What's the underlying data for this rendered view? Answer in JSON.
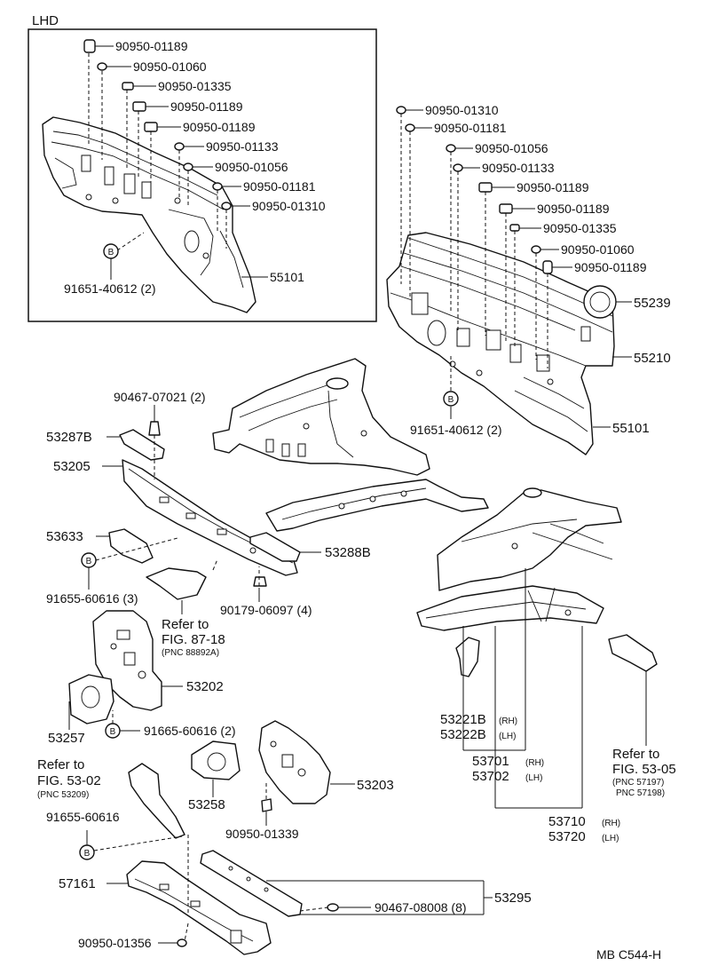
{
  "inset": {
    "title": "LHD"
  },
  "footer": {
    "code": "MB  C544-H"
  },
  "callout_symbol": "B",
  "labels": [
    {
      "key": "i_01189a",
      "text": "90950-01189"
    },
    {
      "key": "i_01060",
      "text": "90950-01060"
    },
    {
      "key": "i_01335",
      "text": "90950-01335"
    },
    {
      "key": "i_01189b",
      "text": "90950-01189"
    },
    {
      "key": "i_01189c",
      "text": "90950-01189"
    },
    {
      "key": "i_01133",
      "text": "90950-01133"
    },
    {
      "key": "i_01056",
      "text": "90950-01056"
    },
    {
      "key": "i_01181",
      "text": "90950-01181"
    },
    {
      "key": "i_01310",
      "text": "90950-01310"
    },
    {
      "key": "i_55101",
      "text": "55101"
    },
    {
      "key": "i_91651",
      "text": "91651-40612 (2)"
    },
    {
      "key": "r_01310",
      "text": "90950-01310"
    },
    {
      "key": "r_01181",
      "text": "90950-01181"
    },
    {
      "key": "r_01056",
      "text": "90950-01056"
    },
    {
      "key": "r_01133",
      "text": "90950-01133"
    },
    {
      "key": "r_01189a",
      "text": "90950-01189"
    },
    {
      "key": "r_01189b",
      "text": "90950-01189"
    },
    {
      "key": "r_01335",
      "text": "90950-01335"
    },
    {
      "key": "r_01060",
      "text": "90950-01060"
    },
    {
      "key": "r_01189c",
      "text": "90950-01189"
    },
    {
      "key": "r_55239",
      "text": "55239"
    },
    {
      "key": "r_55210",
      "text": "55210"
    },
    {
      "key": "r_91651",
      "text": "91651-40612 (2)"
    },
    {
      "key": "r_55101",
      "text": "55101"
    },
    {
      "key": "p_90467a",
      "text": "90467-07021 (2)"
    },
    {
      "key": "p_53287",
      "text": "53287B"
    },
    {
      "key": "p_53205",
      "text": "53205"
    },
    {
      "key": "p_53633",
      "text": "53633"
    },
    {
      "key": "p_53288",
      "text": "53288B"
    },
    {
      "key": "p_91655a",
      "text": "91655-60616 (3)"
    },
    {
      "key": "p_90179",
      "text": "90179-06097 (4)"
    },
    {
      "key": "p_ref1_a",
      "text": "Refer to"
    },
    {
      "key": "p_ref1_b",
      "text": "FIG. 87-18"
    },
    {
      "key": "p_53202",
      "text": "53202"
    },
    {
      "key": "p_53257",
      "text": "53257"
    },
    {
      "key": "p_91665",
      "text": "91665-60616 (2)"
    },
    {
      "key": "p_53221",
      "text": "53221B"
    },
    {
      "key": "p_53222",
      "text": "53222B"
    },
    {
      "key": "p_53701",
      "text": "53701"
    },
    {
      "key": "p_53702",
      "text": "53702"
    },
    {
      "key": "p_ref2_a",
      "text": "Refer to"
    },
    {
      "key": "p_ref2_b",
      "text": "FIG. 53-05"
    },
    {
      "key": "p_ref3_a",
      "text": "Refer to"
    },
    {
      "key": "p_ref3_b",
      "text": "FIG. 53-02"
    },
    {
      "key": "p_53258",
      "text": "53258"
    },
    {
      "key": "p_53203",
      "text": "53203"
    },
    {
      "key": "p_01339",
      "text": "90950-01339"
    },
    {
      "key": "p_91655b",
      "text": "91655-60616"
    },
    {
      "key": "p_53710",
      "text": "53710"
    },
    {
      "key": "p_53720",
      "text": "53720"
    },
    {
      "key": "p_57161",
      "text": "57161"
    },
    {
      "key": "p_53295",
      "text": "53295"
    },
    {
      "key": "p_90467b",
      "text": "90467-08008 (8)"
    },
    {
      "key": "p_01356",
      "text": "90950-01356"
    }
  ],
  "small_labels": [
    {
      "key": "s_pnc88892",
      "text": "(PNC 88892A)"
    },
    {
      "key": "s_rh1",
      "text": "(RH)"
    },
    {
      "key": "s_lh1",
      "text": "(LH)"
    },
    {
      "key": "s_rh2",
      "text": "(RH)"
    },
    {
      "key": "s_lh2",
      "text": "(LH)"
    },
    {
      "key": "s_pnc57197",
      "text": "(PNC 57197)"
    },
    {
      "key": "s_pnc57198",
      "text": "PNC 57198)"
    },
    {
      "key": "s_pnc53209",
      "text": "(PNC 53209)"
    },
    {
      "key": "s_rh3",
      "text": "(RH)"
    },
    {
      "key": "s_lh3",
      "text": "(LH)"
    }
  ]
}
